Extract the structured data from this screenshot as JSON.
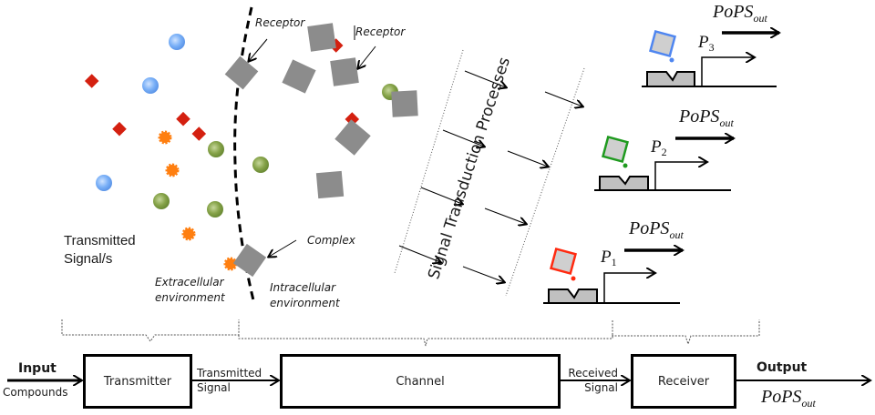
{
  "figure": {
    "labels": {
      "transmitted_signals": [
        "Transmitted",
        "Signal/s"
      ],
      "receptor_left": "Receptor",
      "receptor_right": "Receptor",
      "complex": "Complex",
      "extracellular": [
        "Extracellular",
        "environment"
      ],
      "intracellular": [
        "Intracellular",
        "environment"
      ],
      "signal_transduction": "Signal Transduction Processes"
    },
    "promoters": [
      {
        "name": "P",
        "index": "3",
        "output": "PoPS",
        "output_sub": "out",
        "ligand_color": "#4f86f0"
      },
      {
        "name": "P",
        "index": "2",
        "output": "PoPS",
        "output_sub": "out",
        "ligand_color": "#1f9a1f"
      },
      {
        "name": "P",
        "index": "1",
        "output": "PoPS",
        "output_sub": "out",
        "ligand_color": "#ff2a10"
      }
    ],
    "molecule_colors": {
      "blue_sphere": "#6fa9f5",
      "green_sphere": "#7b9a3f",
      "red_diamond": "#d42010",
      "orange_star": "#ff7f10",
      "receptor_gray": "#8c8c8c"
    }
  },
  "block_diagram": {
    "input_label": "Input",
    "input_sub": "Compounds",
    "transmitter": "Transmitter",
    "transmitted_signal": [
      "Transmitted",
      "Signal"
    ],
    "channel": "Channel",
    "received_signal": [
      "Received",
      "Signal"
    ],
    "receiver": "Receiver",
    "output_label": "Output",
    "output_value": "PoPS",
    "output_sub": "out"
  }
}
